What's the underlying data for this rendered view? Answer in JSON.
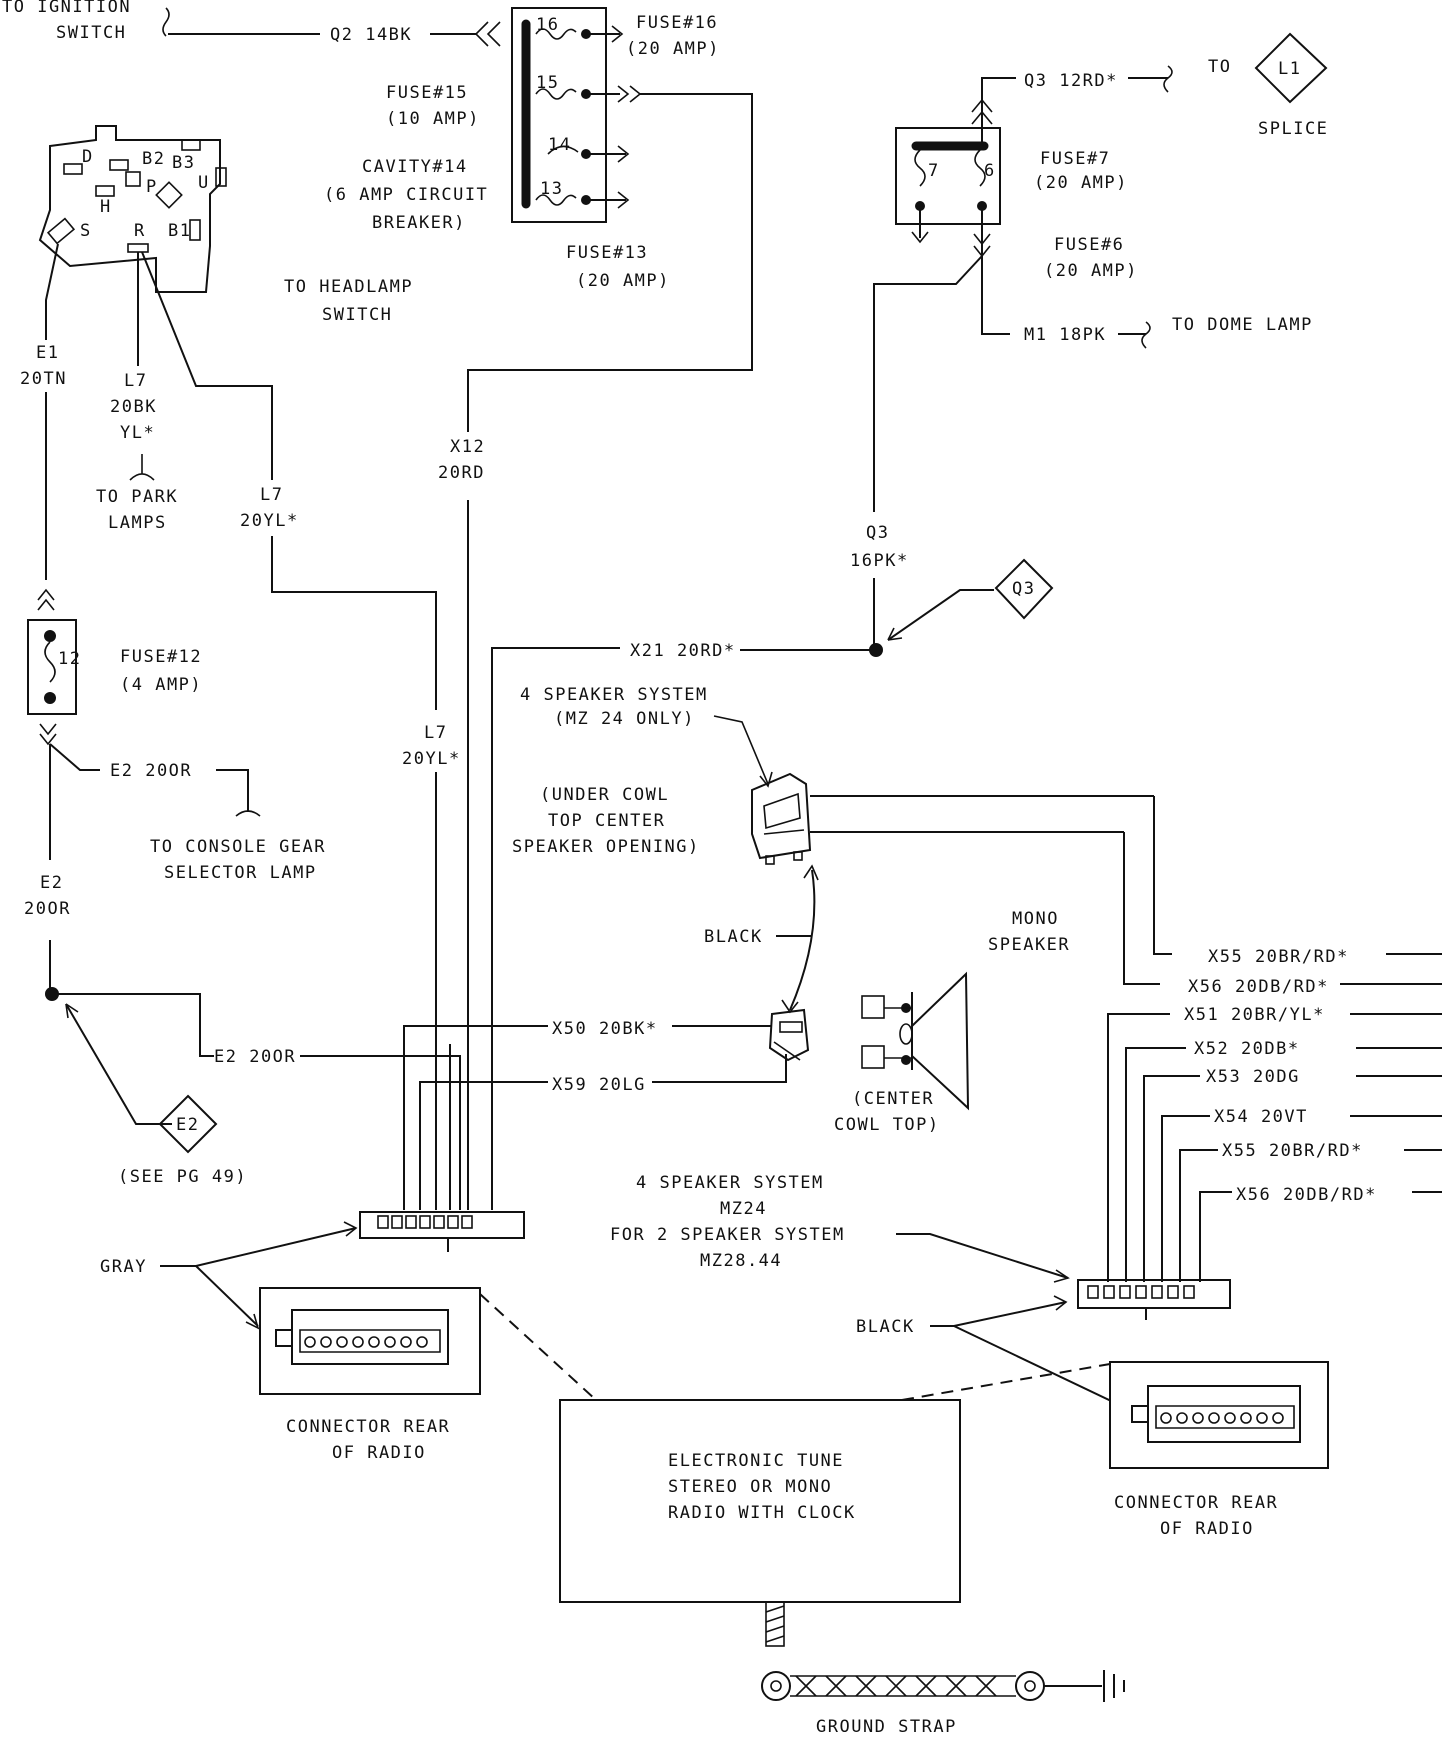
{
  "labels": {
    "to_ignition_switch_1": "TO IGNITION",
    "to_ignition_switch_2": "SWITCH",
    "q2_wire": "Q2 14BK",
    "fuse16_1": "FUSE#16",
    "fuse16_2": "(20 AMP)",
    "fuse15_1": "FUSE#15",
    "fuse15_2": "(10 AMP)",
    "cavity14_1": "CAVITY#14",
    "cavity14_2": "(6 AMP CIRCUIT",
    "cavity14_3": "BREAKER)",
    "fuse13_1": "FUSE#13",
    "fuse13_2": "(20 AMP)",
    "to_headlamp_1": "TO HEADLAMP",
    "to_headlamp_2": "SWITCH",
    "fb_16": "16",
    "fb_15": "15",
    "fb_14": "14",
    "fb_13": "13",
    "sw_D": "D",
    "sw_B2": "B2",
    "sw_B3": "B3",
    "sw_P": "P",
    "sw_H": "H",
    "sw_U": "U",
    "sw_S": "S",
    "sw_R": "R",
    "sw_B1": "B1",
    "e1_1": "E1",
    "e1_2": "20TN",
    "l7a_1": "L7",
    "l7a_2": "20BK",
    "l7a_3": "YL*",
    "to_park_1": "TO PARK",
    "to_park_2": "LAMPS",
    "l7b_1": "L7",
    "l7b_2": "20YL*",
    "x12_1": "X12",
    "x12_2": "20RD",
    "q3_wire": "Q3 12RD*",
    "to_splice": "TO",
    "splice_id": "L1",
    "splice": "SPLICE",
    "fuse7_1": "FUSE#7",
    "fuse7_2": "(20 AMP)",
    "fuse6_1": "FUSE#6",
    "fuse6_2": "(20 AMP)",
    "fb2_7": "7",
    "fb2_6": "6",
    "m1_wire": "M1 18PK",
    "to_dome": "TO DOME LAMP",
    "q3b_1": "Q3",
    "q3b_2": "16PK*",
    "q3_diamond": "Q3",
    "fuse12_1": "FUSE#12",
    "fuse12_2": "(4 AMP)",
    "fuse12_num": "12",
    "x21_wire": "X21 20RD*",
    "spk4_1": "4 SPEAKER SYSTEM",
    "spk4_2": "(MZ 24 ONLY)",
    "undercowl_1": "(UNDER COWL",
    "undercowl_2": "TOP CENTER",
    "undercowl_3": "SPEAKER OPENING)",
    "e2_wire_a": "E2 20OR",
    "to_console_1": "TO CONSOLE GEAR",
    "to_console_2": "SELECTOR LAMP",
    "l7c_1": "L7",
    "l7c_2": "20YL*",
    "e2_1": "E2",
    "e2_2": "20OR",
    "black_a": "BLACK",
    "mono_1": "MONO",
    "mono_2": "SPEAKER",
    "x55a": "X55 20BR/RD*",
    "x56a": "X56 20DB/RD*",
    "x51": "X51 20BR/YL*",
    "x52": "X52 20DB*",
    "x53": "X53 20DG",
    "x54": "X54 20VT",
    "x55b": "X55 20BR/RD*",
    "x56b": "X56 20DB/RD*",
    "x50": "X50 20BK*",
    "e2_wire_b": "E2 20OR",
    "x59": "X59 20LG",
    "center_cowl_1": "(CENTER",
    "center_cowl_2": "COWL TOP)",
    "e2_diamond": "E2",
    "see_pg": "(SEE PG 49)",
    "spk_sys_1": "4 SPEAKER SYSTEM",
    "spk_sys_2": "MZ24",
    "spk_sys_3": "FOR 2 SPEAKER SYSTEM",
    "spk_sys_4": "MZ28.44",
    "gray": "GRAY",
    "black_b": "BLACK",
    "conn_rear_l_1": "CONNECTOR REAR",
    "conn_rear_l_2": "OF RADIO",
    "conn_rear_r_1": "CONNECTOR REAR",
    "conn_rear_r_2": "OF RADIO",
    "radio_1": "ELECTRONIC TUNE",
    "radio_2": "STEREO OR MONO",
    "radio_3": "RADIO WITH CLOCK",
    "ground_strap": "GROUND STRAP"
  }
}
